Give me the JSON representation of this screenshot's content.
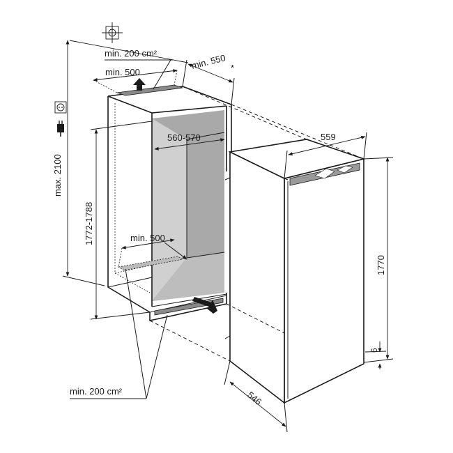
{
  "labels": {
    "vent_top_area": "min. 200 cm²",
    "vent_top_width": "min. 500",
    "niche_depth": "min. 550",
    "niche_depth_note": "*",
    "max_height": "max. 2100",
    "niche_width": "560-570",
    "niche_height": "1772-1788",
    "vent_bottom_width": "min. 500",
    "vent_bottom_area": "min. 200 cm²",
    "appliance_width": "559",
    "appliance_height": "1770",
    "appliance_depth": "546",
    "plinth_gap": "6"
  },
  "colors": {
    "line": "#1a1a1a",
    "niche_interior": "#a9a9a9",
    "niche_interior_light": "#d4d4d4",
    "vent_grille": "#8a8a8a",
    "background": "#ffffff"
  },
  "icons": [
    "wall-fixing-icon",
    "power-plug-icon",
    "socket-icon",
    "airflow-arrow-icon"
  ]
}
